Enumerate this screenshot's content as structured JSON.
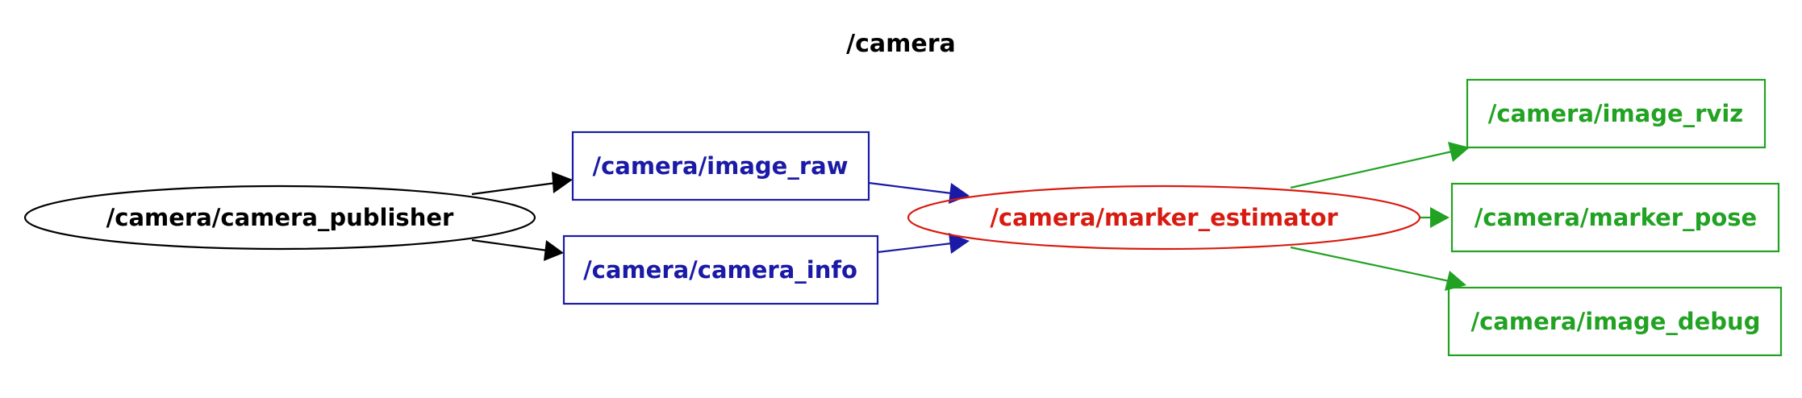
{
  "graph": {
    "title": "/camera",
    "colors": {
      "publisher": "#000000",
      "topic_in": "#1a1aa6",
      "estimator": "#d81b10",
      "topic_out": "#22a222"
    },
    "nodes": {
      "camera_publisher": {
        "label": "/camera/camera_publisher",
        "shape": "ellipse"
      },
      "image_raw": {
        "label": "/camera/image_raw",
        "shape": "box"
      },
      "camera_info": {
        "label": "/camera/camera_info",
        "shape": "box"
      },
      "marker_estimator": {
        "label": "/camera/marker_estimator",
        "shape": "ellipse"
      },
      "image_rviz": {
        "label": "/camera/image_rviz",
        "shape": "box"
      },
      "marker_pose": {
        "label": "/camera/marker_pose",
        "shape": "box"
      },
      "image_debug": {
        "label": "/camera/image_debug",
        "shape": "box"
      }
    },
    "edges": [
      {
        "from": "camera_publisher",
        "to": "image_raw"
      },
      {
        "from": "camera_publisher",
        "to": "camera_info"
      },
      {
        "from": "image_raw",
        "to": "marker_estimator"
      },
      {
        "from": "camera_info",
        "to": "marker_estimator"
      },
      {
        "from": "marker_estimator",
        "to": "image_rviz"
      },
      {
        "from": "marker_estimator",
        "to": "marker_pose"
      },
      {
        "from": "marker_estimator",
        "to": "image_debug"
      }
    ]
  }
}
